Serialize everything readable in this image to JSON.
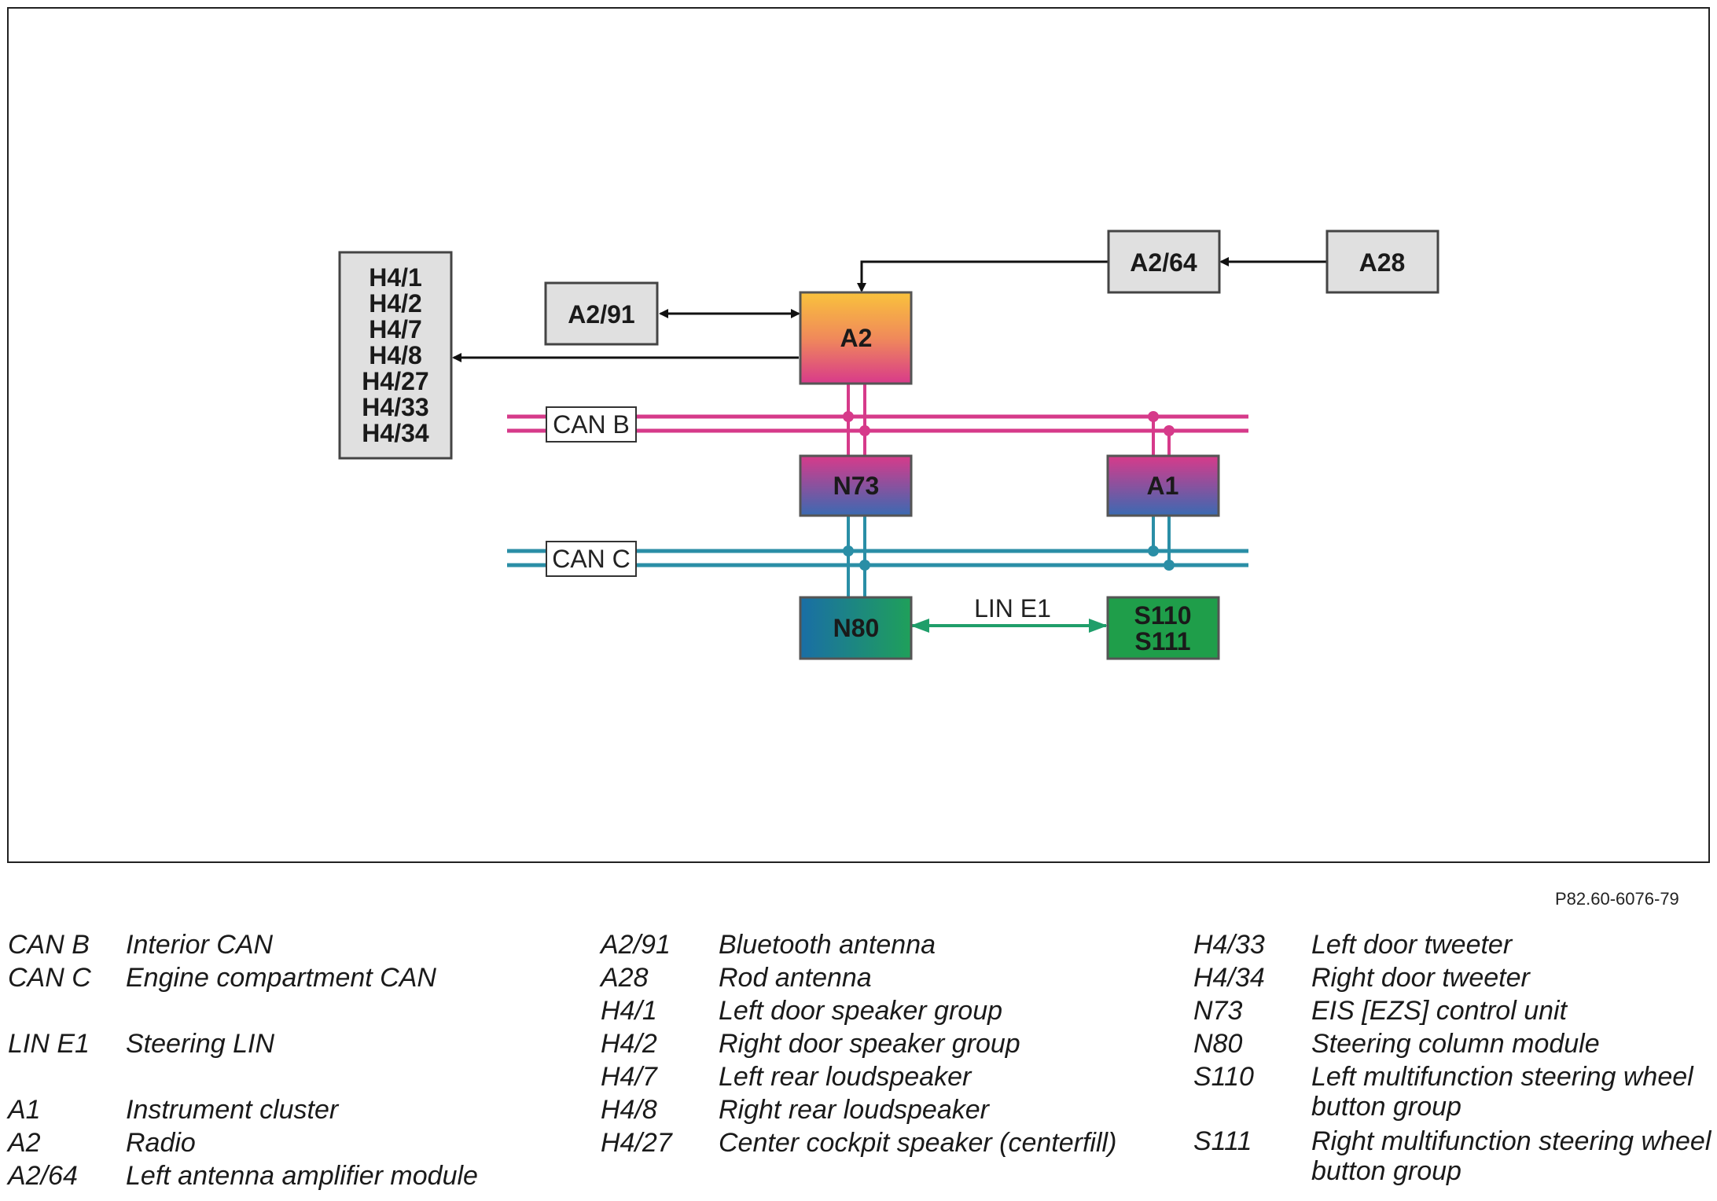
{
  "diagram": {
    "boxes": {
      "h4_group": [
        "H4/1",
        "H4/2",
        "H4/7",
        "H4/8",
        "H4/27",
        "H4/33",
        "H4/34"
      ],
      "a2_91": "A2/91",
      "a2": "A2",
      "a2_64": "A2/64",
      "a28": "A28",
      "n73": "N73",
      "a1": "A1",
      "n80": "N80",
      "s110": "S110",
      "s111": "S111"
    },
    "buses": {
      "can_b": "CAN B",
      "can_c": "CAN C",
      "lin_e1": "LIN E1"
    },
    "colors": {
      "can_b": "#d63a8a",
      "can_c": "#2a8ea6",
      "lin": "#1f9e6a",
      "box_grey": "#e0e0e0"
    }
  },
  "figure_ref": "P82.60-6076-79",
  "legend": {
    "col1": [
      {
        "code": "CAN B",
        "desc": "Interior CAN"
      },
      {
        "code": "CAN C",
        "desc": "Engine compartment CAN"
      },
      {
        "code": "LIN E1",
        "desc": "Steering LIN"
      },
      {
        "code": "A1",
        "desc": "Instrument cluster"
      },
      {
        "code": "A2",
        "desc": "Radio"
      },
      {
        "code": "A2/64",
        "desc": "Left antenna amplifier module"
      }
    ],
    "col2": [
      {
        "code": "A2/91",
        "desc": "Bluetooth antenna"
      },
      {
        "code": "A28",
        "desc": "Rod antenna"
      },
      {
        "code": "H4/1",
        "desc": "Left door speaker group"
      },
      {
        "code": "H4/2",
        "desc": "Right door speaker group"
      },
      {
        "code": "H4/7",
        "desc": "Left rear loudspeaker"
      },
      {
        "code": "H4/8",
        "desc": "Right rear loudspeaker"
      },
      {
        "code": "H4/27",
        "desc": "Center cockpit speaker (centerfill)"
      }
    ],
    "col3": [
      {
        "code": "H4/33",
        "desc": "Left door tweeter"
      },
      {
        "code": "H4/34",
        "desc": "Right door tweeter"
      },
      {
        "code": "N73",
        "desc": "EIS [EZS] control unit"
      },
      {
        "code": "N80",
        "desc": "Steering column module"
      },
      {
        "code": "S110",
        "desc": "Left multifunction steering wheel",
        "desc2": "button group"
      },
      {
        "code": "S111",
        "desc": "Right multifunction steering wheel",
        "desc2": "button group"
      }
    ]
  }
}
